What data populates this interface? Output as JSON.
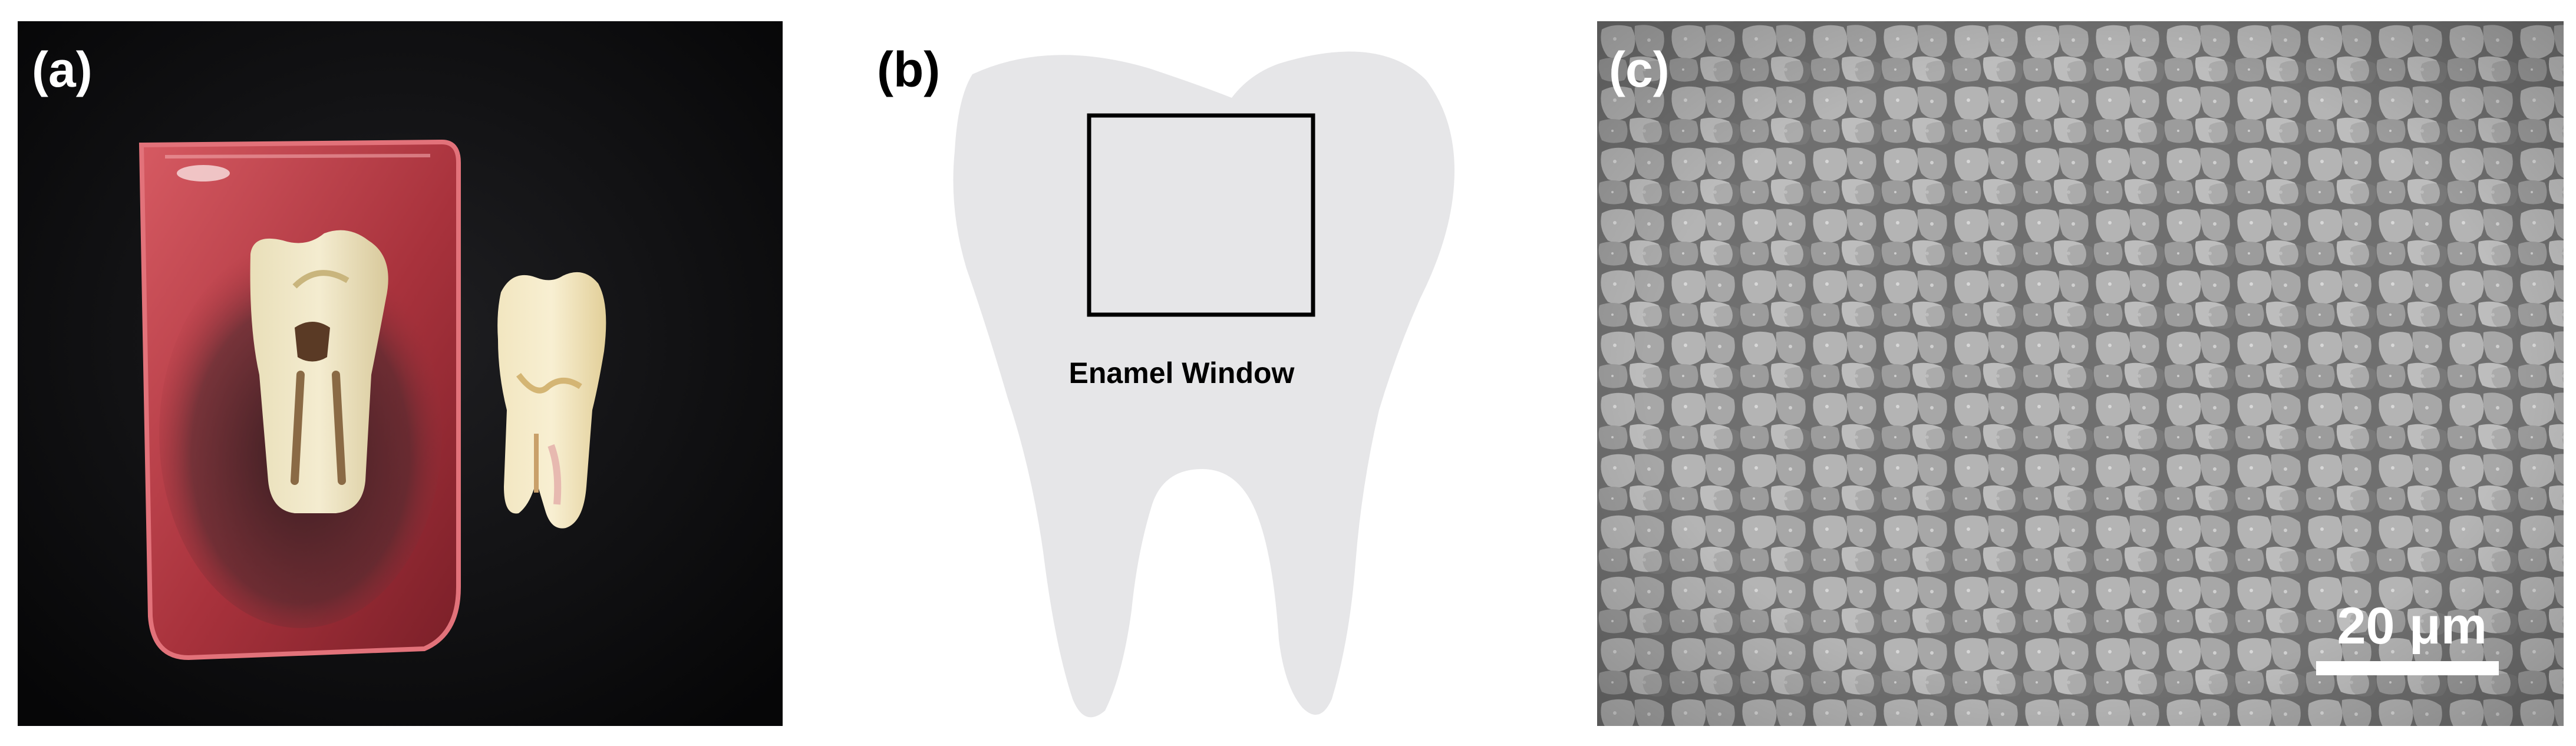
{
  "figure": {
    "panels": [
      {
        "label": "(a)"
      },
      {
        "label": "(b)",
        "caption": "Enamel Window"
      },
      {
        "label": "(c)",
        "scale_bar_text": "20 μm"
      }
    ]
  },
  "colors": {
    "photo_background": "#0c0c0d",
    "resin_block": "#c9434a",
    "tooth_schematic": "#e6e6e8",
    "sem_gray": "#8e8e8e"
  },
  "icons": [
    "tooth-photo",
    "tooth-outline",
    "enamel-window-rect",
    "sem-texture"
  ]
}
